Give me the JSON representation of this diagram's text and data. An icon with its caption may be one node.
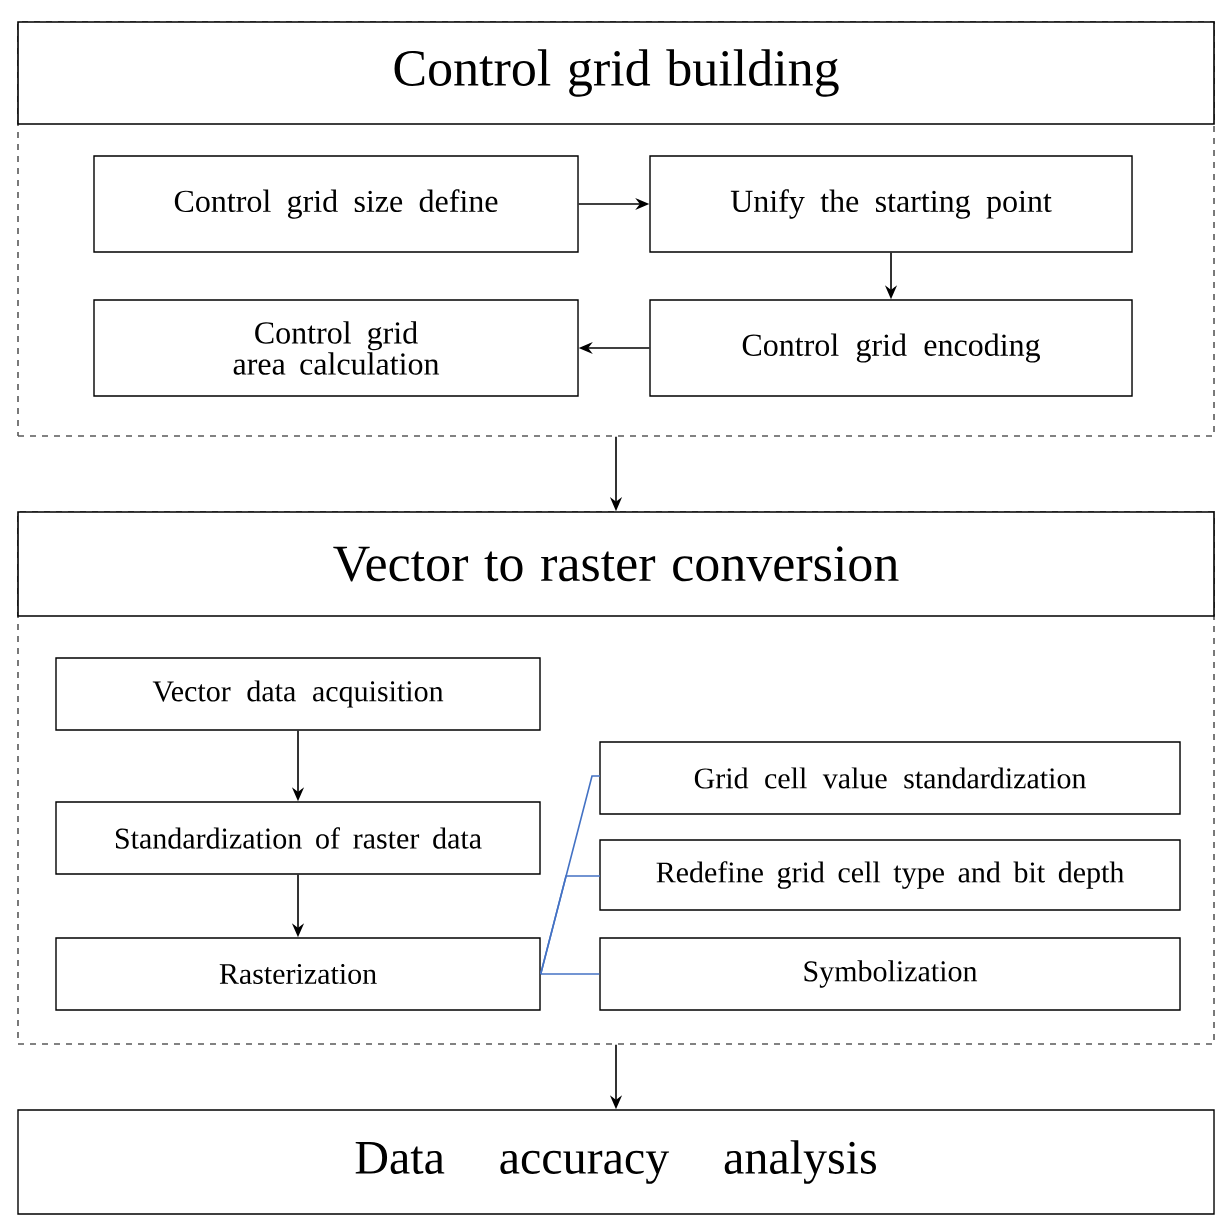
{
  "diagram": {
    "nodes": [
      {
        "text": [
          "Control grid building"
        ]
      },
      {
        "text": [
          "Control grid size define"
        ],
        "in": 0
      },
      {
        "text": [
          "Unify the starting point"
        ],
        "in": 0
      },
      {
        "text": [
          "Control grid area calculation"
        ],
        "in": 0
      },
      {
        "text": [
          "Control grid encoding"
        ],
        "in": 0
      },
      {
        "text": [
          "Vector to raster conversion"
        ]
      },
      {
        "text": [
          "Vector data acquisition"
        ],
        "in": 5
      },
      {
        "text": [
          "Standardization of raster data"
        ],
        "in": 5
      },
      {
        "text": [
          "Rasterization"
        ],
        "in": 5
      },
      {
        "text": [
          "Grid cell value standardization"
        ],
        "in": 5
      },
      {
        "text": [
          "Redefine grid cell type and bit depth"
        ],
        "in": 5
      },
      {
        "text": [
          "Symbolization"
        ],
        "in": 5
      },
      {
        "text": [
          "Data accuracy analysis"
        ]
      }
    ],
    "edges": [
      {
        "from": 1,
        "to": 2,
        "arrow": "to"
      },
      {
        "from": 2,
        "to": 4,
        "arrow": "to"
      },
      {
        "from": 4,
        "to": 3,
        "arrow": "to"
      },
      {
        "from": 0,
        "to": 5,
        "arrow": "to"
      },
      {
        "from": 6,
        "to": 7,
        "arrow": "to"
      },
      {
        "from": 7,
        "to": 8,
        "arrow": "to"
      },
      {
        "from": 8,
        "to": 9,
        "arrow": "none",
        "color": "#4472c4"
      },
      {
        "from": 8,
        "to": 10,
        "arrow": "none",
        "color": "#4472c4"
      },
      {
        "from": 8,
        "to": 11,
        "arrow": "none",
        "color": "#4472c4"
      },
      {
        "from": 5,
        "to": 12,
        "arrow": "to"
      }
    ]
  }
}
